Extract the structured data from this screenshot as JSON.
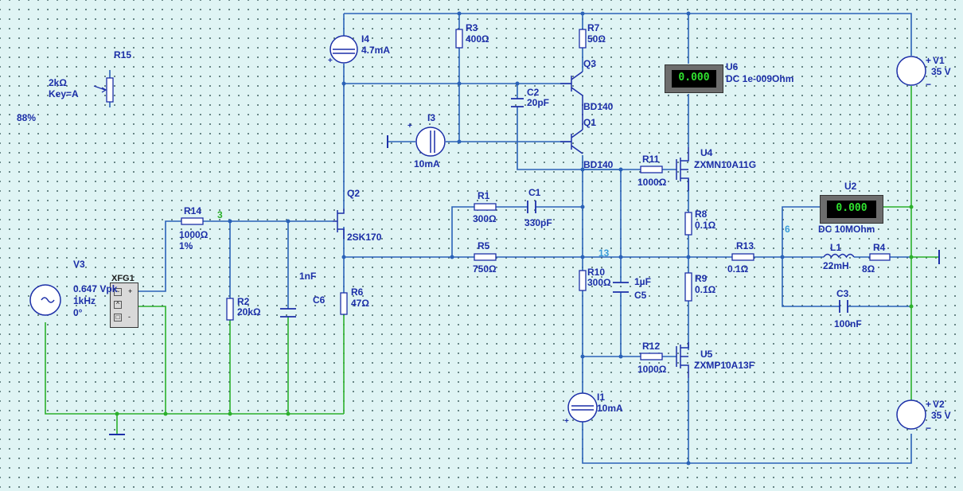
{
  "components": {
    "r15": {
      "ref": "R15",
      "value": "2kΩ",
      "key": "Key=A",
      "setting": "88%"
    },
    "r14": {
      "ref": "R14",
      "value": "1000Ω",
      "tol": "1%"
    },
    "v3": {
      "ref": "V3",
      "amp": "0.647 Vpk",
      "freq": "1kHz",
      "phase": "0°"
    },
    "xfg1": {
      "ref": "XFG1"
    },
    "r2": {
      "ref": "R2",
      "value": "20kΩ"
    },
    "c6": {
      "ref": "C6",
      "value": "1nF"
    },
    "q2": {
      "ref": "Q2",
      "model": "2SK170"
    },
    "r6": {
      "ref": "R6",
      "value": "47Ω"
    },
    "i4": {
      "ref": "I4",
      "value": "4.7mA"
    },
    "r3": {
      "ref": "R3",
      "value": "400Ω"
    },
    "i3": {
      "ref": "I3",
      "value": "10mA"
    },
    "c2": {
      "ref": "C2",
      "value": "20pF"
    },
    "r7": {
      "ref": "R7",
      "value": "50Ω"
    },
    "q3": {
      "ref": "Q3",
      "model": "BD140"
    },
    "q1": {
      "ref": "Q1",
      "model": "BD140"
    },
    "r1": {
      "ref": "R1",
      "value": "300Ω"
    },
    "c1": {
      "ref": "C1",
      "value": "330pF"
    },
    "r5": {
      "ref": "R5",
      "value": "750Ω"
    },
    "r10": {
      "ref": "R10",
      "value": "300Ω"
    },
    "c5": {
      "ref": "C5",
      "value": "1µF"
    },
    "r11": {
      "ref": "R11",
      "value": "1000Ω"
    },
    "r12": {
      "ref": "R12",
      "value": "1000Ω"
    },
    "u4": {
      "ref": "U4",
      "model": "ZXMN10A11G"
    },
    "u5": {
      "ref": "U5",
      "model": "ZXMP10A13F"
    },
    "r8": {
      "ref": "R8",
      "value": "0.1Ω"
    },
    "r9": {
      "ref": "R9",
      "value": "0.1Ω"
    },
    "i1": {
      "ref": "I1",
      "value": "10mA"
    },
    "r13": {
      "ref": "R13",
      "value": "0.1Ω"
    },
    "l1": {
      "ref": "L1",
      "value": "22mH"
    },
    "r4": {
      "ref": "R4",
      "value": "8Ω"
    },
    "c3": {
      "ref": "C3",
      "value": "100nF"
    },
    "u6": {
      "ref": "U6",
      "mode": "DC  1e-009Ohm",
      "reading": "0.000"
    },
    "u2": {
      "ref": "U2",
      "mode": "DC  10MOhm",
      "reading": "0.000"
    },
    "v1": {
      "ref": "V1",
      "value": "35 V"
    },
    "v2": {
      "ref": "V2",
      "value": "35 V"
    }
  },
  "nets": {
    "n3": "3",
    "n13": "13",
    "n6": "6"
  },
  "symbols": {
    "plus": "+",
    "minus": "−",
    "sine": "~",
    "node_pin_a": "+",
    "node_pin_b": "-"
  },
  "colors": {
    "wire_blue": "#2a62b8",
    "wire_green": "#2bb02b",
    "text": "#1c2fa8",
    "net_green": "#2bb02b",
    "net_blue": "#3a9ad8",
    "meter_digits": "#2fe02f"
  }
}
